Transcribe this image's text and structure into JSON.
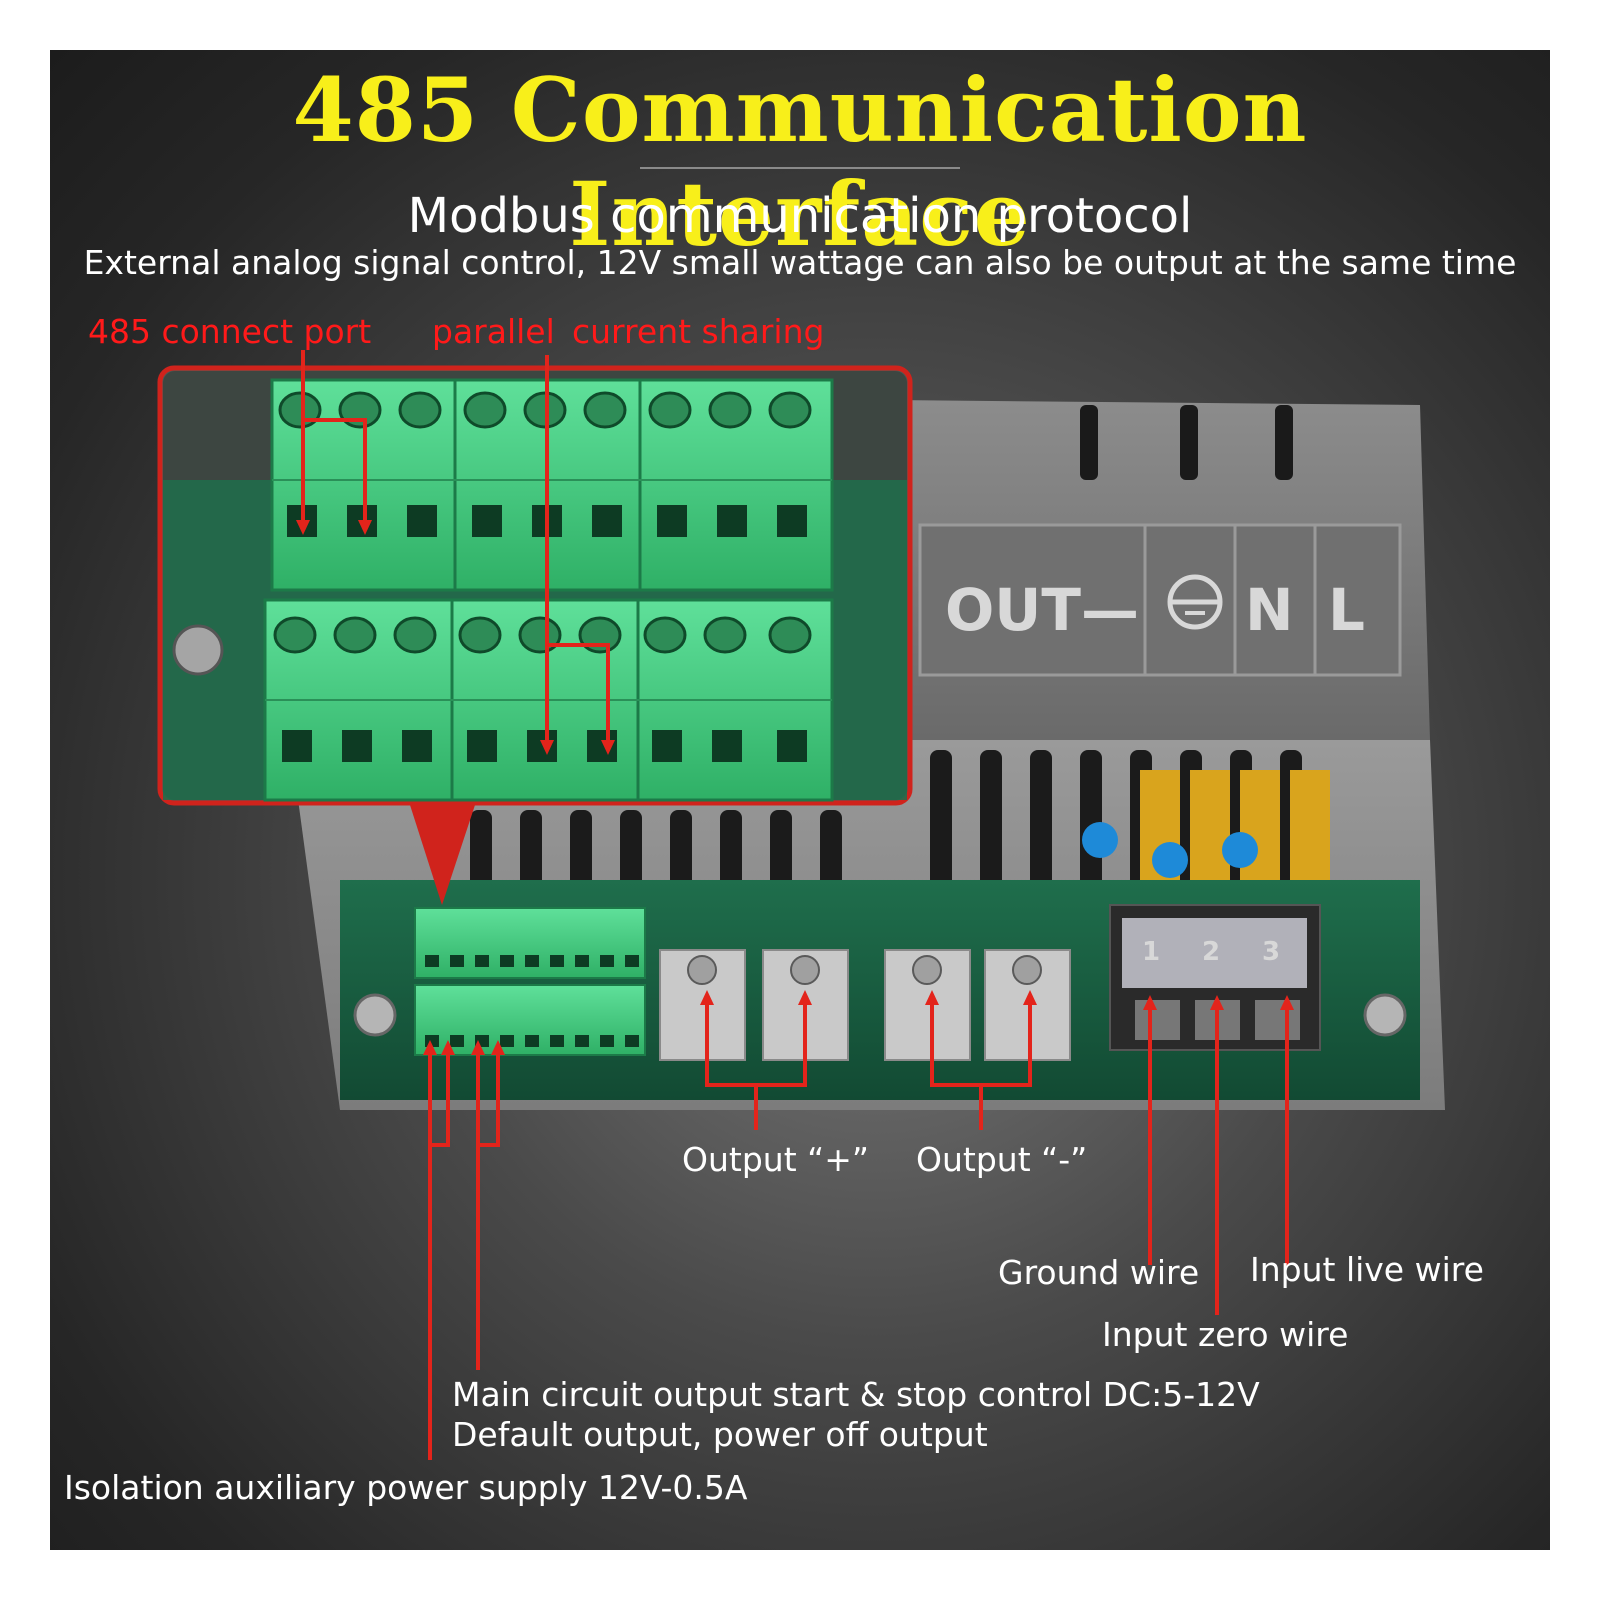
{
  "title": "485 Communication Interface",
  "subtitle": "Modbus communication protocol",
  "description": "External analog signal control, 12V small wattage can also be output at the same time",
  "zoom_labels": {
    "port": "485 connect port",
    "parallel": "parallel",
    "current_sharing": "current sharing"
  },
  "panel_labels": {
    "out_minus": "OUT—",
    "n": "N",
    "l": "L",
    "terminal_1": "1",
    "terminal_2": "2",
    "terminal_3": "3"
  },
  "callouts": {
    "output_plus": "Output “+”",
    "output_minus": "Output “-”",
    "ground_wire": "Ground wire",
    "input_live_wire": "Input live wire",
    "input_zero_wire": "Input zero wire",
    "main_circuit_line1": "Main circuit output start & stop control DC:5-12V",
    "main_circuit_line2": "Default output, power off output",
    "isolation_supply": "Isolation auxiliary power supply 12V-0.5A"
  },
  "colors": {
    "title": "#f8ef1a",
    "annotation_red": "#ff1a1a",
    "terminal_green": "#3ecb7a",
    "text_white": "#ffffff"
  }
}
